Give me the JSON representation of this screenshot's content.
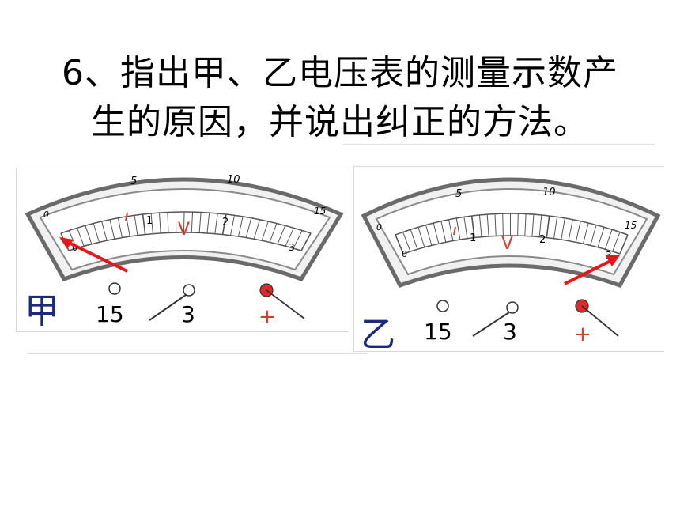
{
  "title": {
    "line1": "6、指出甲、乙电压表的测量示数产",
    "line2": "生的原因，并说出纠正的方法。"
  },
  "meters": [
    {
      "label": "甲",
      "pointer_state": "left of zero (reversed)",
      "upper_scale": [
        "0",
        "5",
        "10",
        "15"
      ],
      "lower_scale": [
        "0",
        "1",
        "2",
        "3"
      ],
      "unit": "V",
      "terminals": [
        "15",
        "3",
        "+"
      ],
      "arrow_color": "#e8161b"
    },
    {
      "label": "乙",
      "pointer_state": "beyond full scale",
      "upper_scale": [
        "0",
        "5",
        "10",
        "15"
      ],
      "lower_scale": [
        "0",
        "1",
        "2",
        "3"
      ],
      "unit": "V",
      "terminals": [
        "15",
        "3",
        "+"
      ],
      "arrow_color": "#e8161b"
    }
  ],
  "colors": {
    "meter_frame": "#6a6a6a",
    "scale_red": "#d63a2a",
    "text": "#000000",
    "label_blue": "#1b2a7a"
  }
}
